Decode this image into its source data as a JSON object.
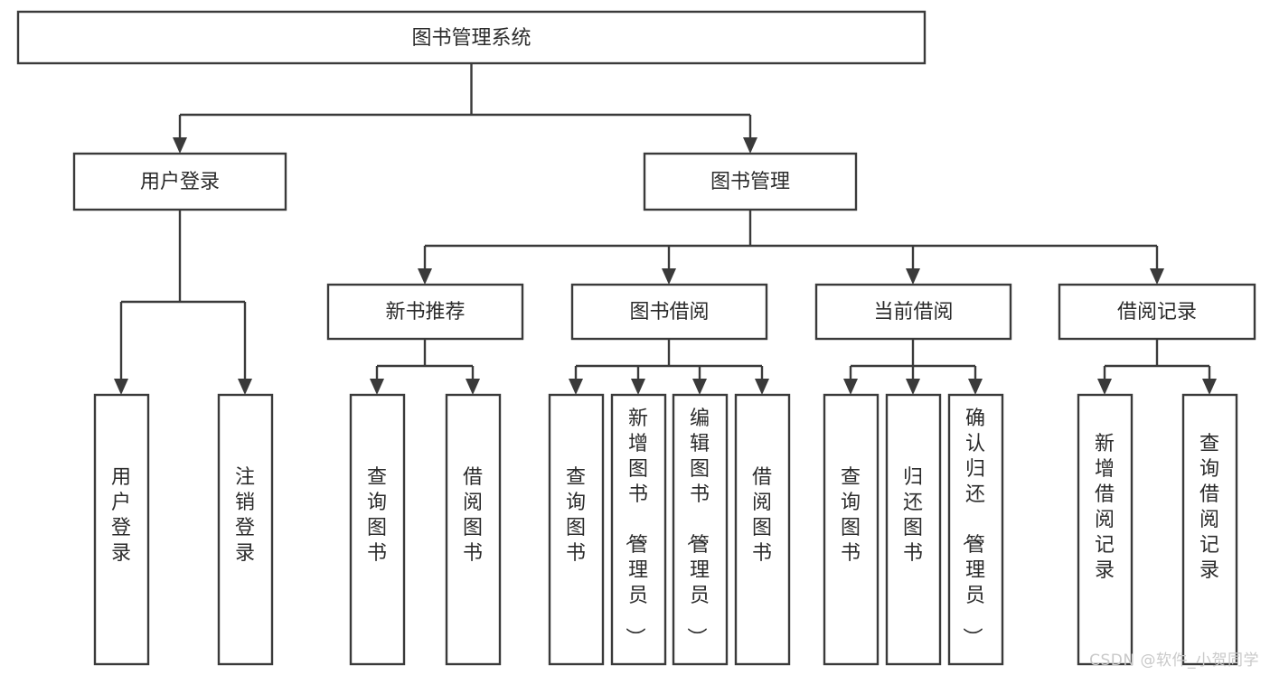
{
  "diagram": {
    "type": "tree",
    "title": "图书管理系统",
    "orientation": "top-down",
    "colors": {
      "box_stroke": "#3a3a3a",
      "box_fill": "#ffffff",
      "edge": "#3a3a3a",
      "text": "#2b2b2b",
      "background": "#ffffff",
      "watermark": "#c9c9c9"
    },
    "levels": {
      "root": {
        "label": "图书管理系统"
      },
      "level2": [
        {
          "id": "user-login",
          "label": "用户登录"
        },
        {
          "id": "book-manage",
          "label": "图书管理"
        }
      ],
      "level3": [
        {
          "id": "new-book-recommend",
          "label": "新书推荐",
          "parent": "book-manage"
        },
        {
          "id": "book-borrow",
          "label": "图书借阅",
          "parent": "book-manage"
        },
        {
          "id": "current-borrow",
          "label": "当前借阅",
          "parent": "book-manage"
        },
        {
          "id": "borrow-record",
          "label": "借阅记录",
          "parent": "book-manage"
        }
      ],
      "leaves": [
        {
          "id": "leaf-user-login",
          "label": "用户登录",
          "parent": "user-login"
        },
        {
          "id": "leaf-logout",
          "label": "注销登录",
          "parent": "user-login"
        },
        {
          "id": "leaf-query-book-1",
          "label": "查询图书",
          "parent": "new-book-recommend"
        },
        {
          "id": "leaf-borrow-book-1",
          "label": "借阅图书",
          "parent": "new-book-recommend"
        },
        {
          "id": "leaf-query-book-2",
          "label": "查询图书",
          "parent": "book-borrow"
        },
        {
          "id": "leaf-add-book",
          "label": "新增图书（管理员）",
          "parent": "book-borrow"
        },
        {
          "id": "leaf-edit-book",
          "label": "编辑图书（管理员）",
          "parent": "book-borrow"
        },
        {
          "id": "leaf-borrow-book-2",
          "label": "借阅图书",
          "parent": "book-borrow"
        },
        {
          "id": "leaf-query-book-3",
          "label": "查询图书",
          "parent": "current-borrow"
        },
        {
          "id": "leaf-return-book",
          "label": "归还图书",
          "parent": "current-borrow"
        },
        {
          "id": "leaf-confirm-return",
          "label": "确认归还（管理员）",
          "parent": "current-borrow"
        },
        {
          "id": "leaf-add-record",
          "label": "新增借阅记录",
          "parent": "borrow-record"
        },
        {
          "id": "leaf-query-record",
          "label": "查询借阅记录",
          "parent": "borrow-record"
        }
      ]
    }
  },
  "watermark": {
    "text": "CSDN @软件_小贺同学"
  }
}
